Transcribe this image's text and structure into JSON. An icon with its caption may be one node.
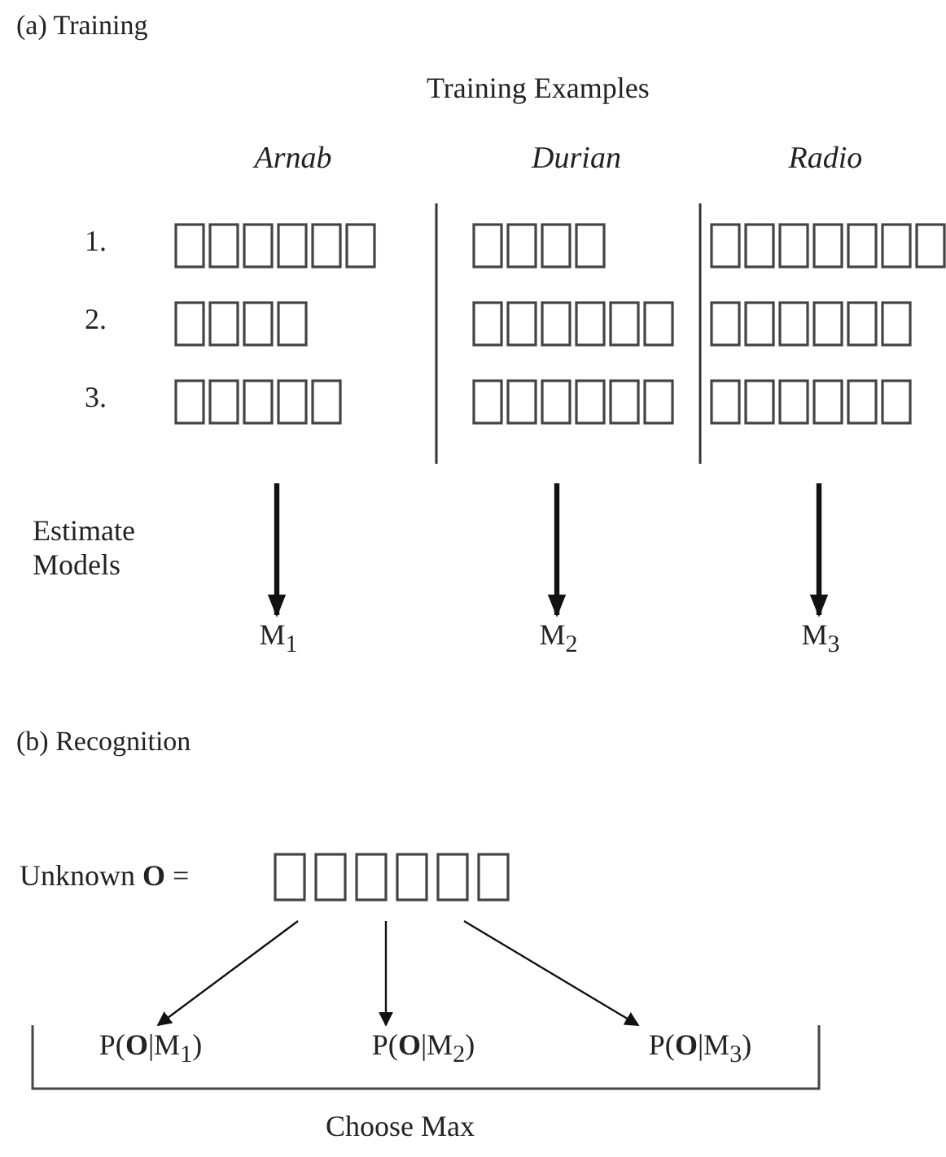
{
  "diagram": {
    "nodes": [
      {
        "text": [
          "Arnab"
        ]
      },
      {
        "text": [
          "Durian"
        ]
      },
      {
        "text": [
          "Radio"
        ]
      },
      {
        "text": [
          "M$_{1}$"
        ]
      },
      {
        "text": [
          "M$_{2}$"
        ]
      },
      {
        "text": [
          "M$_{3}$"
        ]
      },
      {
        "text": [
          "Unknown **O** ="
        ]
      },
      {
        "text": [
          "P(**O**|M$_{1}$)"
        ]
      },
      {
        "text": [
          "P(**O**|M$_{2}$)"
        ]
      },
      {
        "text": [
          "P(**O**|M$_{3}$)"
        ]
      }
    ],
    "edges": [
      {
        "from": 0,
        "to": 3,
        "arrow": "to",
        "style": "thick"
      },
      {
        "from": 1,
        "to": 4,
        "arrow": "to",
        "style": "thick"
      },
      {
        "from": 2,
        "to": 5,
        "arrow": "to",
        "style": "thick"
      },
      {
        "from": 6,
        "to": 7,
        "arrow": "to"
      },
      {
        "from": 6,
        "to": 8,
        "arrow": "to"
      },
      {
        "from": 6,
        "to": 9,
        "arrow": "to"
      }
    ],
    "labels": [
      "(a) Training",
      "Training Examples",
      "1.",
      "2.",
      "3.",
      "Estimate Models",
      "(b) Recognition",
      "Choose Max"
    ]
  }
}
